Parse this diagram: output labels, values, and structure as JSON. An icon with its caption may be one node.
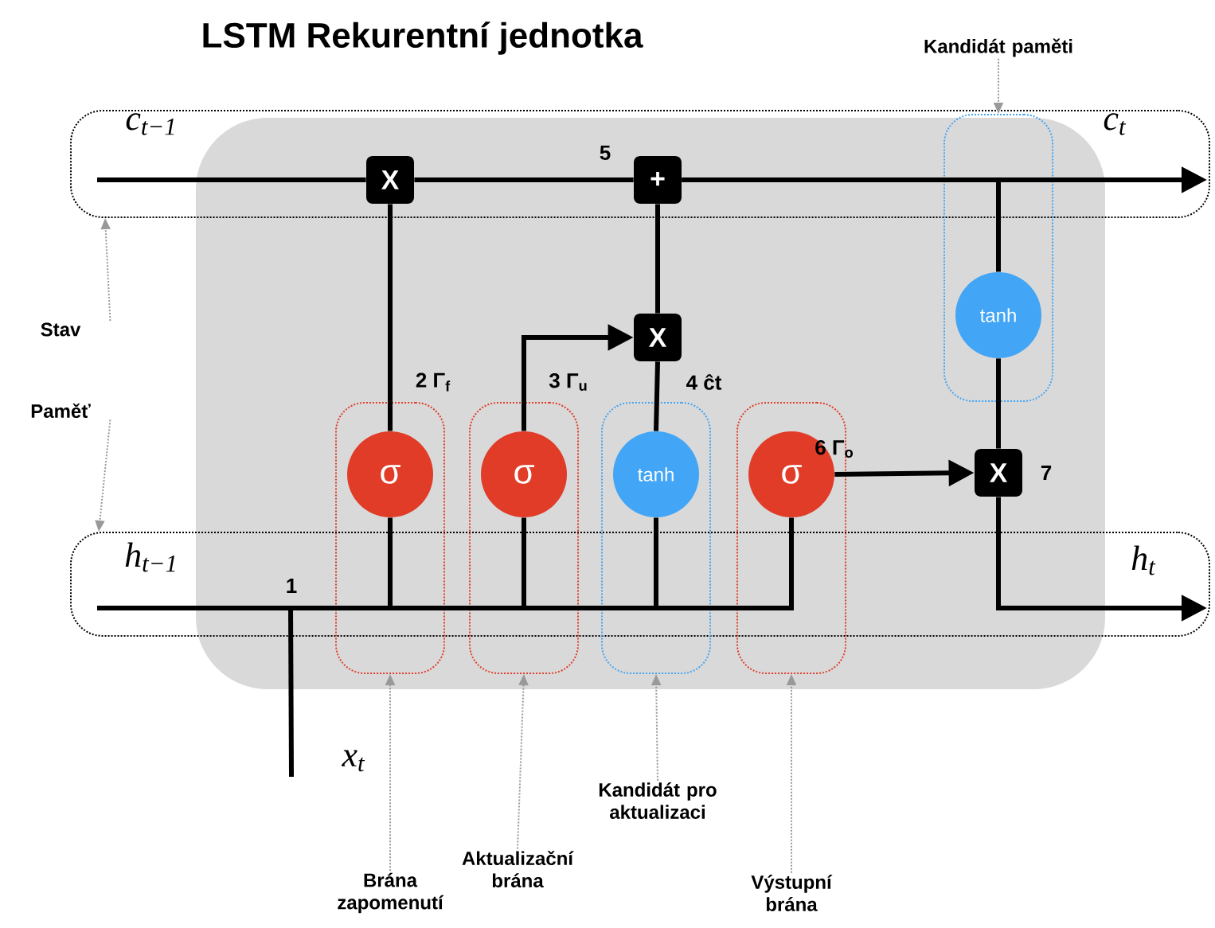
{
  "diagram": {
    "title": "LSTM Rekurentní jednotka",
    "nodes": [
      {
        "text": [
          "c$_{t−1}$",
          "c$_{t}$"
        ]
      },
      {
        "text": [
          "h$_{t−1}$",
          "h$_{t}$"
        ]
      },
      {
        "text": [
          "X"
        ],
        "in": 0
      },
      {
        "text": [
          "+"
        ],
        "in": 0
      },
      {
        "text": [
          "X"
        ]
      },
      {
        "text": [],
        "shape": "box"
      },
      {
        "text": [
          "tanh"
        ],
        "in": 5
      },
      {
        "text": [],
        "shape": "box"
      },
      {
        "text": [
          "σ"
        ],
        "in": 7
      },
      {
        "text": [],
        "shape": "box"
      },
      {
        "text": [
          "σ"
        ],
        "in": 9
      },
      {
        "text": [],
        "shape": "box"
      },
      {
        "text": [
          "tanh"
        ],
        "in": 11
      },
      {
        "text": [],
        "shape": "box"
      },
      {
        "text": [
          "σ"
        ],
        "in": 13
      },
      {
        "text": [
          "X"
        ]
      },
      {
        "text": [
          "Stav"
        ]
      },
      {
        "text": [
          "Paměť"
        ]
      },
      {
        "text": [
          "Kandidát paměti"
        ]
      },
      {
        "text": [
          "Brána zapomenutí"
        ]
      },
      {
        "text": [
          "Aktualizační brána"
        ]
      },
      {
        "text": [
          "Kandidát pro aktualizaci"
        ]
      },
      {
        "text": [
          "Výstupní brána"
        ]
      }
    ],
    "edges": [
      {
        "from": 0,
        "to": 2,
        "arrow": "none"
      },
      {
        "from": 2,
        "to": 3,
        "arrow": "none"
      },
      {
        "from": 3,
        "to": 0,
        "arrow": "to"
      },
      {
        "from": 3,
        "to": 6,
        "arrow": "none"
      },
      {
        "from": 6,
        "to": 15,
        "arrow": "none"
      },
      {
        "from": 15,
        "to": 1,
        "arrow": "to"
      },
      {
        "from": 8,
        "to": 2,
        "arrow": "none"
      },
      {
        "from": 10,
        "to": 4,
        "arrow": "to"
      },
      {
        "from": 12,
        "to": 4,
        "arrow": "none"
      },
      {
        "from": 4,
        "to": 3,
        "arrow": "none"
      },
      {
        "from": 14,
        "to": 15,
        "arrow": "to"
      },
      {
        "from": 1,
        "to": 8,
        "arrow": "none"
      },
      {
        "from": 1,
        "to": 10,
        "arrow": "none"
      },
      {
        "from": 1,
        "to": 12,
        "arrow": "none"
      },
      {
        "from": 1,
        "to": 14,
        "arrow": "none"
      },
      {
        "from": null,
        "to": 1,
        "arrow": "none"
      },
      {
        "from": 16,
        "to": 0,
        "arrow": "to",
        "style": "dashed",
        "color": "#999999"
      },
      {
        "from": 17,
        "to": 1,
        "arrow": "to",
        "style": "dashed",
        "color": "#999999"
      },
      {
        "from": 18,
        "to": 5,
        "arrow": "to",
        "style": "dashed",
        "color": "#999999"
      },
      {
        "from": 19,
        "to": 7,
        "arrow": "to",
        "style": "dashed",
        "color": "#999999"
      },
      {
        "from": 20,
        "to": 9,
        "arrow": "to",
        "style": "dashed",
        "color": "#999999"
      },
      {
        "from": 21,
        "to": 11,
        "arrow": "to",
        "style": "dashed",
        "color": "#999999"
      },
      {
        "from": 22,
        "to": 13,
        "arrow": "to",
        "style": "dashed",
        "color": "#999999"
      }
    ],
    "labels": [
      "5",
      "2 Γ$_{f}$",
      "3 Γ$_{u}$",
      "4 ĉt",
      "6 Γ$_{o}$",
      "7",
      "1",
      "x$_{t}$"
    ]
  }
}
